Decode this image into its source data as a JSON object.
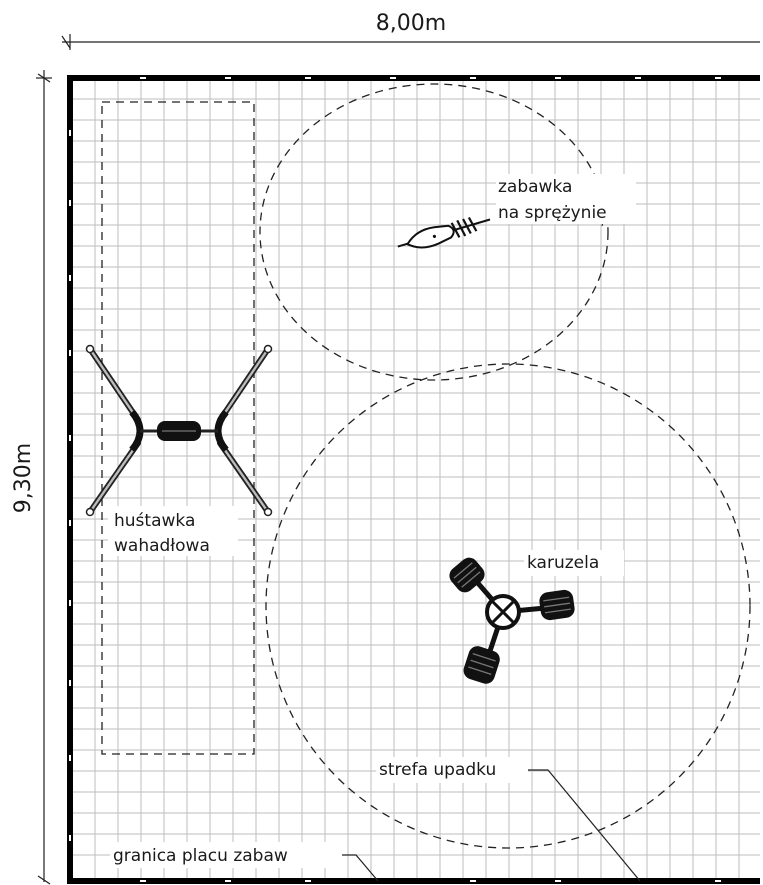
{
  "dimensions": {
    "width": "8,00m",
    "height": "9,30m"
  },
  "labels": {
    "spring_toy_line1": "zabawka",
    "spring_toy_line2": "na sprężynie",
    "swing_line1": "huśtawka",
    "swing_line2": "wahadłowa",
    "carousel": "karuzela",
    "fall_zone": "strefa upadku",
    "playground_border": "granica placu zabaw"
  },
  "icons": {
    "swing": "pendulum-swing-icon",
    "spring_toy": "spring-rider-icon",
    "carousel": "carousel-icon"
  }
}
